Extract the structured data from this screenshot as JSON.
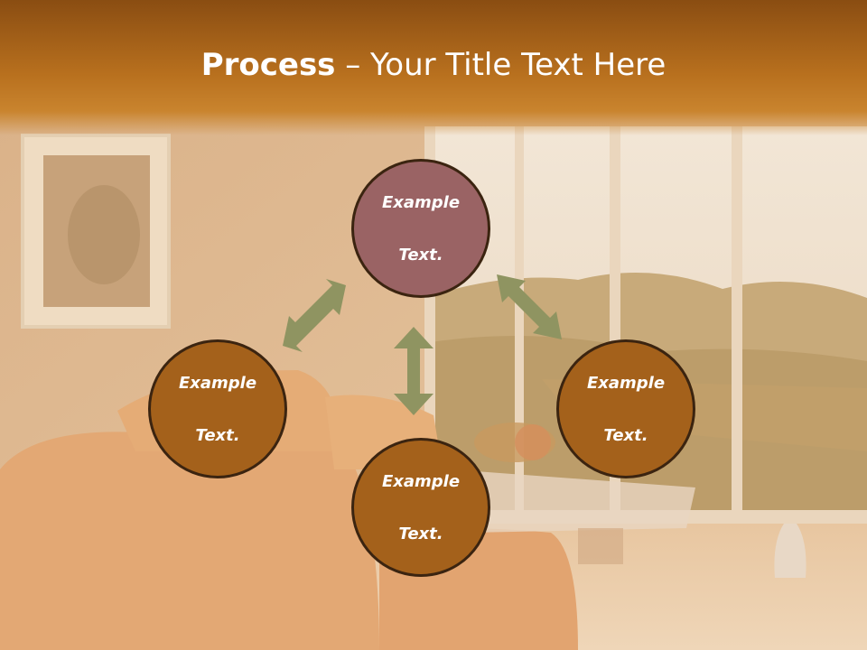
{
  "title": {
    "bold": "Process",
    "rest": " – Your Title Text Here"
  },
  "nodes": [
    {
      "id": "top",
      "line1": "Example",
      "line2": "Text."
    },
    {
      "id": "left",
      "line1": "Example",
      "line2": "Text."
    },
    {
      "id": "right",
      "line1": "Example",
      "line2": "Text."
    },
    {
      "id": "bottom",
      "line1": "Example",
      "line2": "Text."
    }
  ],
  "colors": {
    "title_bar": "#b8701e",
    "node_top": "#9a6364",
    "node_other": "#a4611b",
    "arrow": "#8f9461"
  }
}
